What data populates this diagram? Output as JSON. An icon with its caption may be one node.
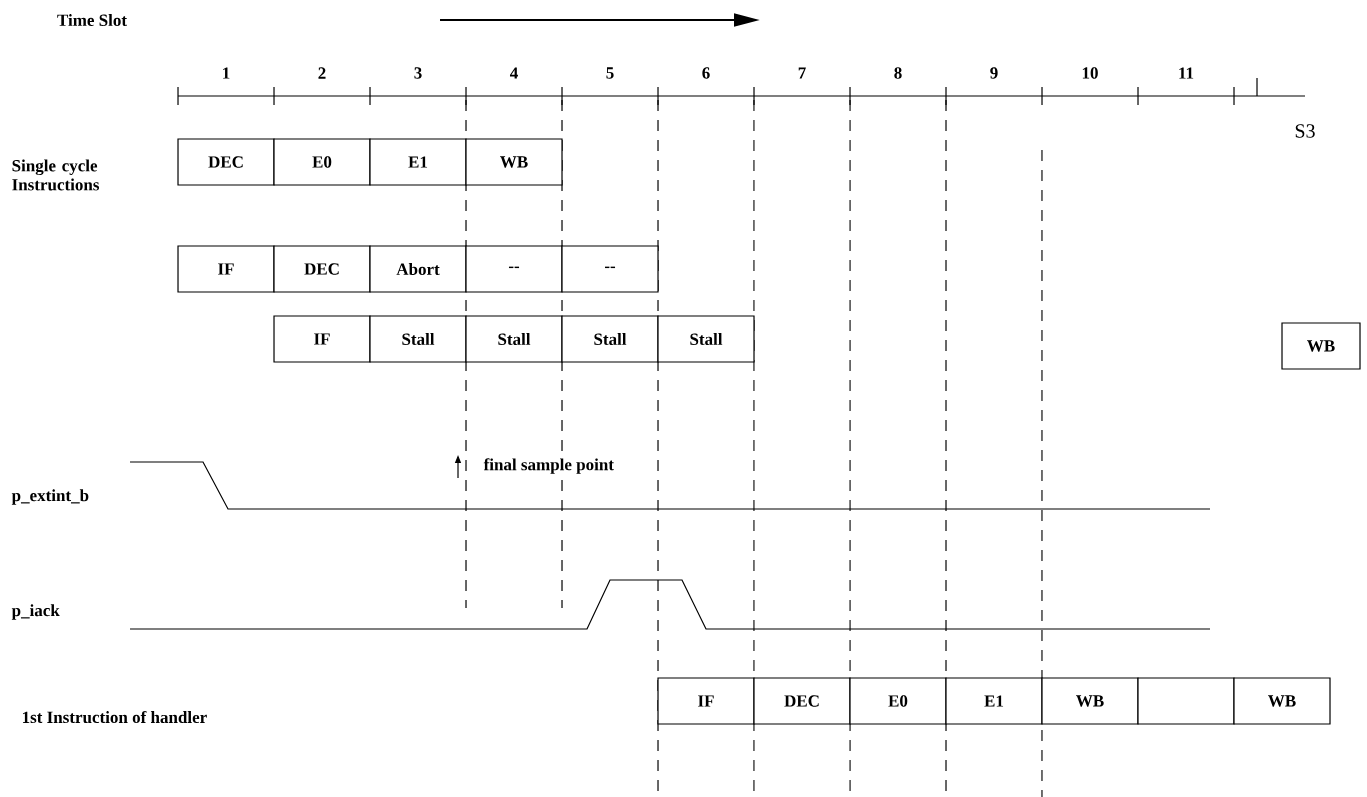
{
  "diagram": {
    "nodes": [
      {
        "text": [
          "DEC"
        ]
      },
      {
        "text": [
          "E0"
        ]
      },
      {
        "text": [
          "E1"
        ]
      },
      {
        "text": [
          "WB"
        ]
      },
      {
        "text": [
          "IF"
        ]
      },
      {
        "text": [
          "DEC"
        ]
      },
      {
        "text": [
          "Abort"
        ]
      },
      {
        "text": [
          "--"
        ]
      },
      {
        "text": [
          "--"
        ]
      },
      {
        "text": [
          "IF"
        ]
      },
      {
        "text": [
          "Stall"
        ]
      },
      {
        "text": [
          "Stall"
        ]
      },
      {
        "text": [
          "Stall"
        ]
      },
      {
        "text": [
          "Stall"
        ]
      },
      {
        "text": [
          "WB"
        ]
      },
      {
        "text": [
          "IF"
        ]
      },
      {
        "text": [
          "DEC"
        ]
      },
      {
        "text": [
          "E0"
        ]
      },
      {
        "text": [
          "E1"
        ]
      },
      {
        "text": [
          "WB"
        ]
      },
      {
        "text": [],
        "shape": "box"
      },
      {
        "text": [
          "WB"
        ]
      }
    ],
    "edges": [],
    "labels": [
      "Time Slot",
      "1",
      "2",
      "3",
      "4",
      "5",
      "6",
      "7",
      "8",
      "9",
      "10",
      "11",
      "S3",
      "Single cycle Instructions",
      "final sample point",
      "p_extint_b",
      "p_iack",
      "1st Instruction of handler"
    ]
  }
}
